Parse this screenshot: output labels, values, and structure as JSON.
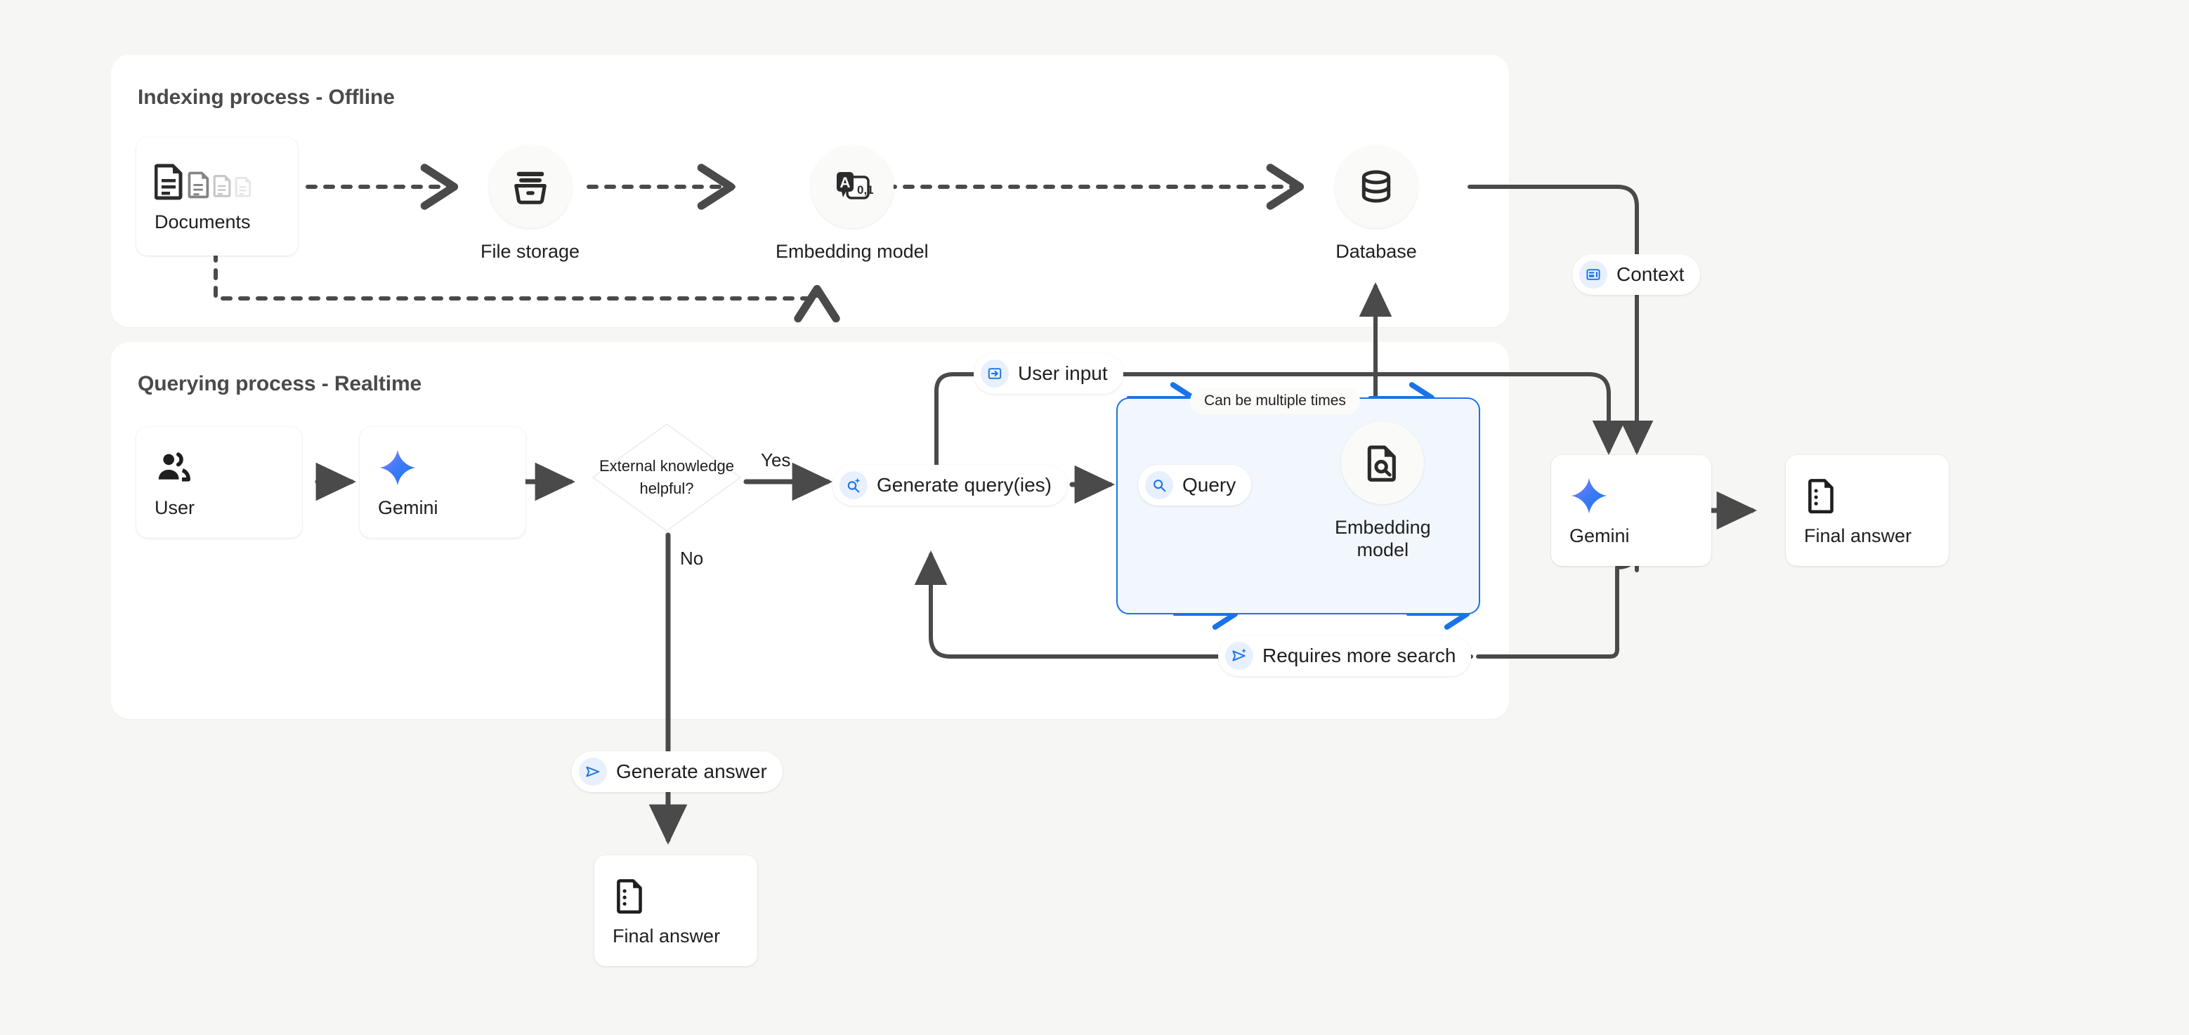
{
  "diagram": {
    "title": "RAG indexing and querying process",
    "background_color": "#f6f6f4",
    "accent_color": "#1a73e8",
    "line_color": "#4a4a4a"
  },
  "panels": {
    "indexing": {
      "title": "Indexing process - Offline"
    },
    "querying": {
      "title": "Querying process - Realtime"
    }
  },
  "nodes": {
    "documents": {
      "label": "Documents",
      "icon": "documents-icon"
    },
    "file_storage": {
      "label": "File storage",
      "icon": "archive-icon"
    },
    "embedding_index": {
      "label": "Embedding model",
      "icon": "text-to-vector-icon",
      "icon_letter": "A",
      "icon_numbers": "0,1"
    },
    "database": {
      "label": "Database",
      "icon": "database-icon"
    },
    "user": {
      "label": "User",
      "icon": "people-icon"
    },
    "gemini_left": {
      "label": "Gemini",
      "icon": "gemini-sparkle-icon"
    },
    "decision": {
      "label": "External\nknowledge\nhelpful?"
    },
    "embedding_query": {
      "label": "Embedding\nmodel",
      "icon": "document-search-icon"
    },
    "gemini_right": {
      "label": "Gemini",
      "icon": "gemini-sparkle-icon"
    },
    "final_answer_right": {
      "label": "Final answer",
      "icon": "answer-doc-icon"
    },
    "final_answer_bottom": {
      "label": "Final answer",
      "icon": "answer-doc-icon"
    }
  },
  "chips": {
    "context": {
      "label": "Context",
      "icon": "context-window-icon"
    },
    "user_input": {
      "label": "User input",
      "icon": "input-arrow-icon"
    },
    "generate_queries": {
      "label": "Generate query(ies)",
      "icon": "search-sparkle-icon"
    },
    "query": {
      "label": "Query",
      "icon": "search-icon"
    },
    "requires_more": {
      "label": "Requires more search",
      "icon": "send-sparkle-icon"
    },
    "generate_answer": {
      "label": "Generate answer",
      "icon": "send-icon"
    }
  },
  "edge_labels": {
    "yes": "Yes",
    "no": "No",
    "multiple_times": "Can be multiple times"
  }
}
